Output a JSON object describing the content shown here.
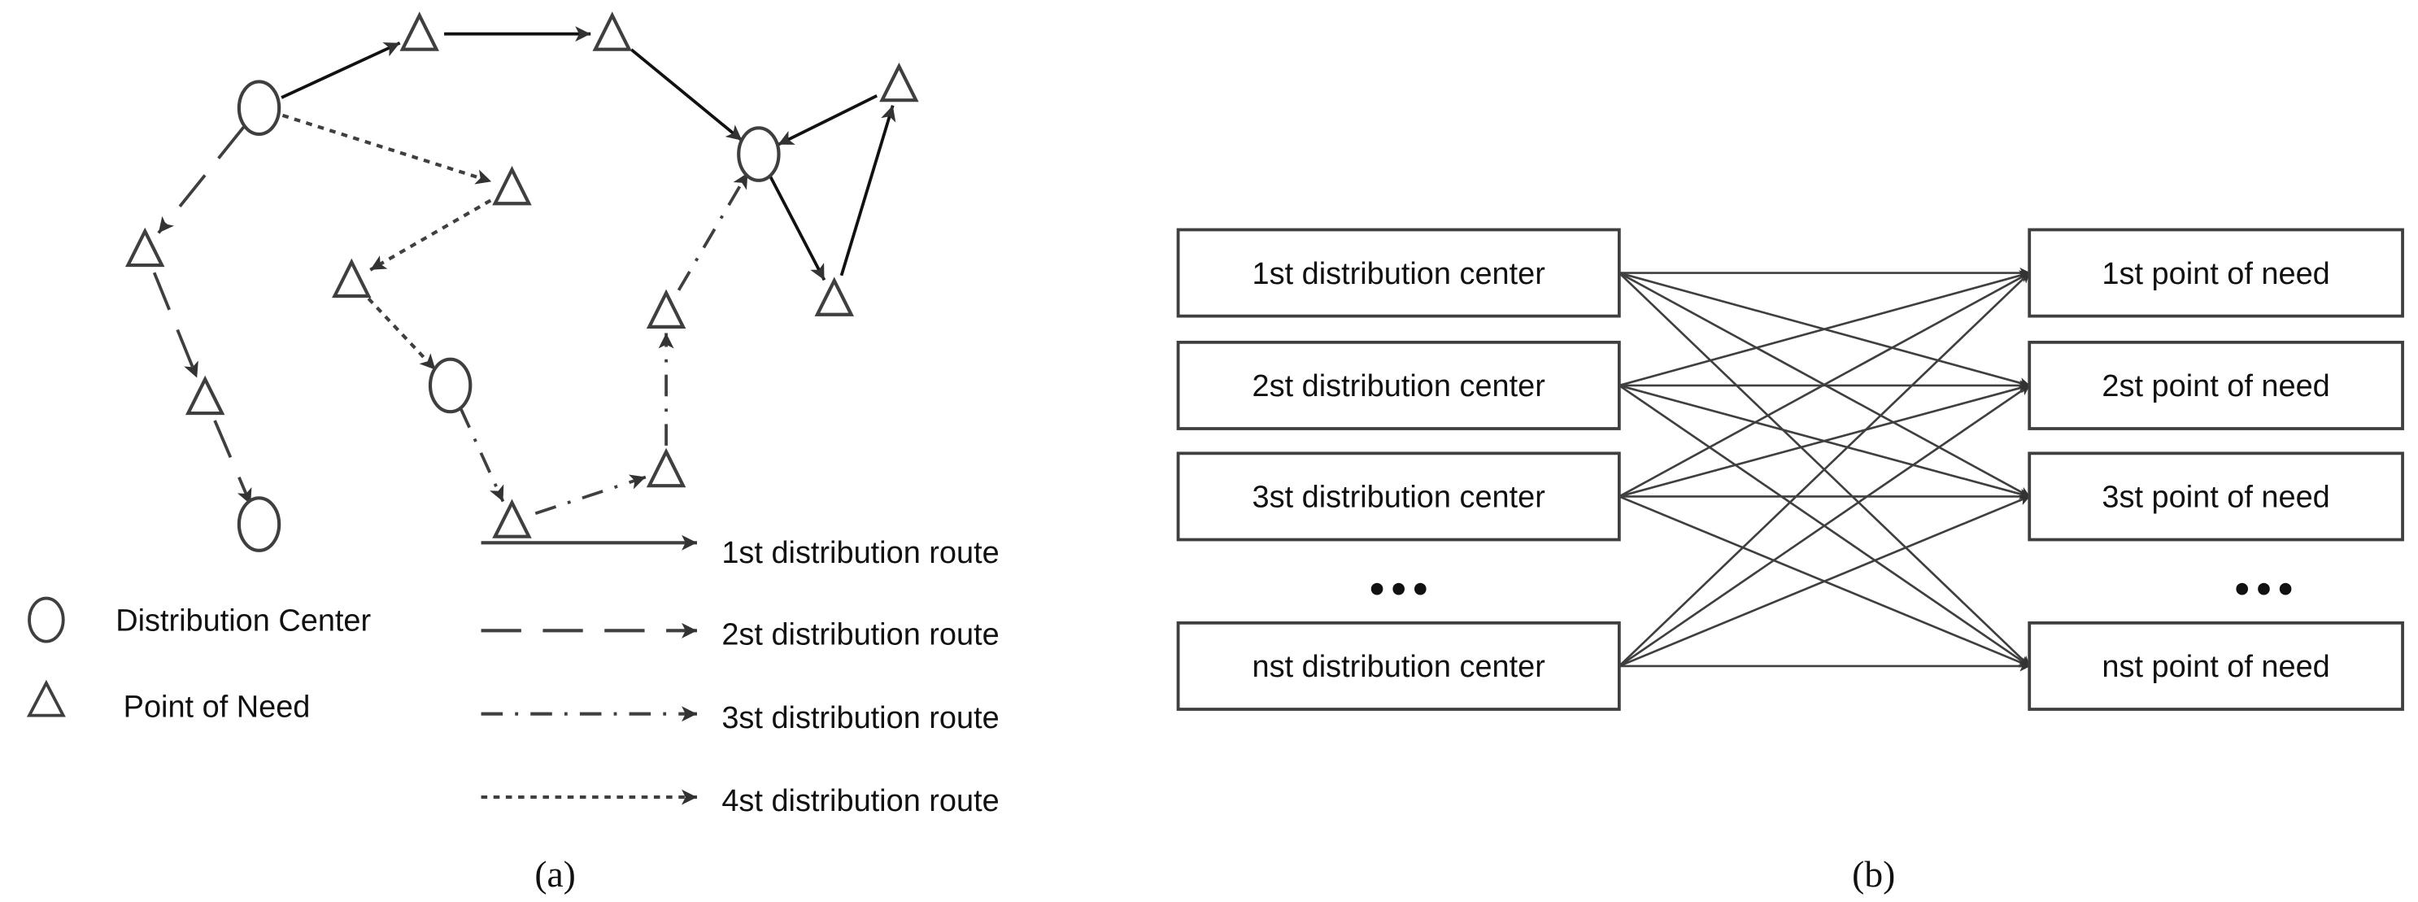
{
  "panel_a": {
    "caption": "(a)",
    "legend": {
      "center_label": "Distribution Center",
      "need_label": "Point of Need",
      "routes": [
        {
          "label": "1st distribution route",
          "style": "solid"
        },
        {
          "label": "2st distribution route",
          "style": "long-dash"
        },
        {
          "label": "3st distribution route",
          "style": "dash-dot"
        },
        {
          "label": "4st distribution route",
          "style": "dotted"
        }
      ]
    }
  },
  "panel_b": {
    "caption": "(b)",
    "centers": [
      "1st distribution center",
      "2st distribution center",
      "3st distribution center",
      "nst distribution center"
    ],
    "needs": [
      "1st point of need",
      "2st point of need",
      "3st point of need",
      "nst point of need"
    ],
    "ellipsis": "•••"
  },
  "colors": {
    "stroke": "#3f3f3f",
    "text": "#111111"
  }
}
